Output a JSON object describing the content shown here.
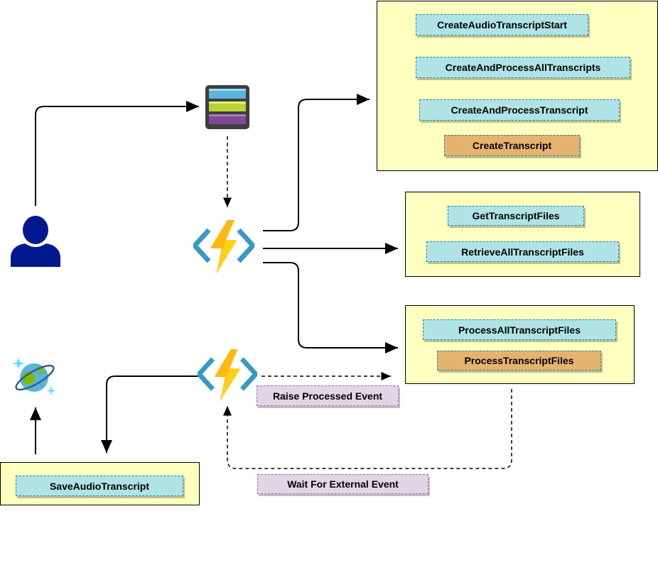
{
  "groups": {
    "top": [
      "CreateAudioTranscriptStart",
      "CreateAndProcessAllTranscripts",
      "CreateAndProcessTranscript",
      "CreateTranscript"
    ],
    "middle": [
      "GetTranscriptFiles",
      "RetrieveAllTranscriptFiles"
    ],
    "lower": [
      "ProcessAllTranscriptFiles",
      "ProcessTranscriptFiles"
    ],
    "bottom": [
      "SaveAudioTranscript"
    ]
  },
  "events": {
    "raise": "Raise Processed Event",
    "wait": "Wait For External Event"
  },
  "icons": {
    "user": "user-icon",
    "queue": "storage-queue-icon",
    "function": "azure-function-icon",
    "cosmos": "cosmos-db-icon"
  },
  "colors": {
    "group_fill": "#ffffc0",
    "activity": "#b0e3e6",
    "highlight": "#e6b36e",
    "event": "#e1d5e7",
    "user": "#00188f",
    "lightning": "#fcd116"
  }
}
